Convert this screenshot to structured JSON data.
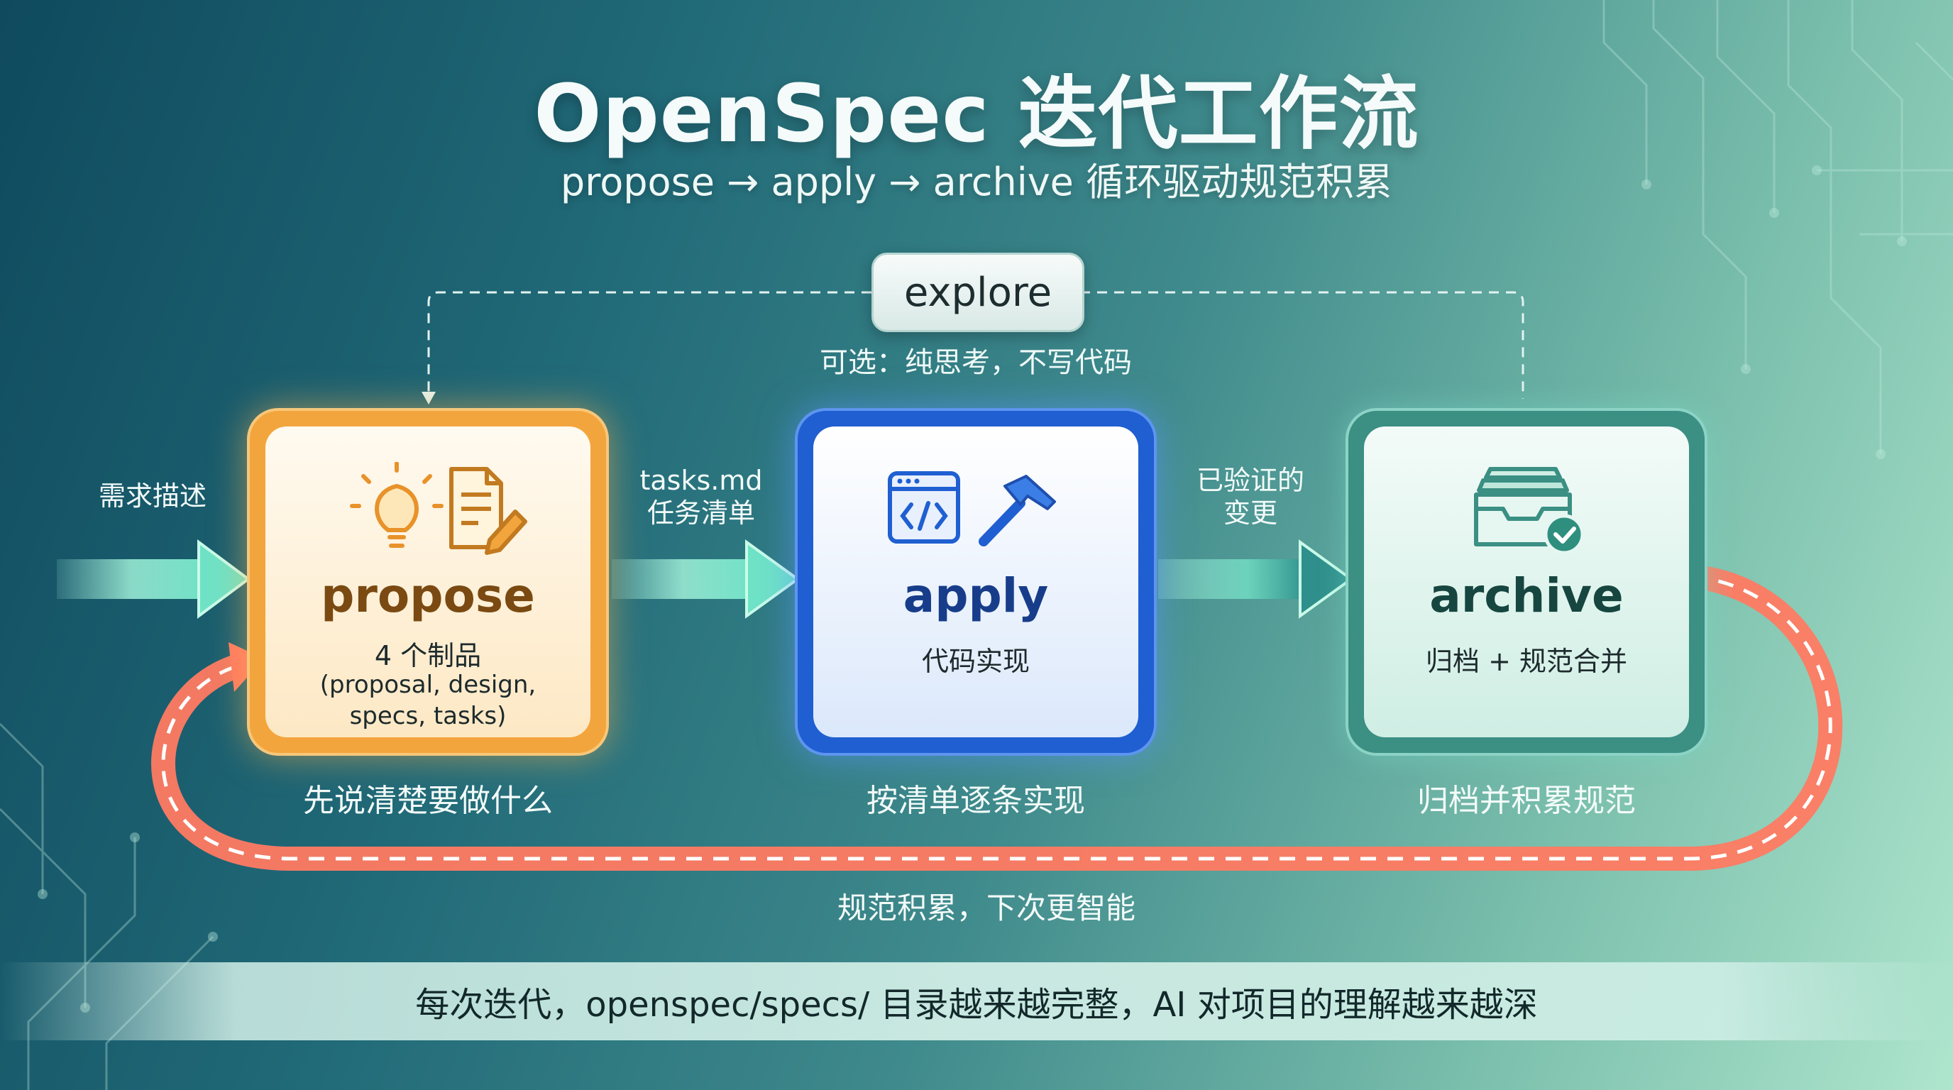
{
  "title": "OpenSpec 迭代工作流",
  "subtitle": "propose → apply → archive 循环驱动规范积累",
  "explore": {
    "label": "explore",
    "note": "可选：纯思考，不写代码"
  },
  "input_label": "需求描述",
  "cards": {
    "propose": {
      "title": "propose",
      "sub": "4 个制品",
      "detail_line1": "(proposal, design,",
      "detail_line2": "specs, tasks)",
      "caption": "先说清楚要做什么"
    },
    "apply": {
      "title": "apply",
      "sub": "代码实现",
      "caption": "按清单逐条实现"
    },
    "archive": {
      "title": "archive",
      "sub": "归档 + 规范合并",
      "caption": "归档并积累规范"
    }
  },
  "flow": {
    "tasks_line1": "tasks.md",
    "tasks_line2": "任务清单",
    "verified_line1": "已验证的",
    "verified_line2": "变更"
  },
  "loop_label": "规范积累，下次更智能",
  "banner": "每次迭代，openspec/specs/ 目录越来越完整，AI 对项目的理解越来越深",
  "colors": {
    "propose": "#f3a53d",
    "apply": "#1f5fd1",
    "archive": "#3b8f83",
    "loop": "#ff6b55"
  }
}
